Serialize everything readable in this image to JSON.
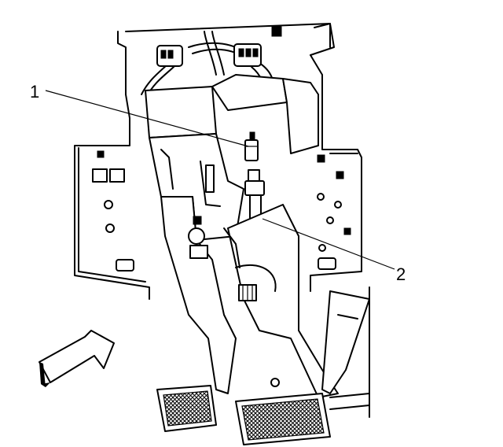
{
  "callouts": [
    {
      "id": "1",
      "label": "1"
    },
    {
      "id": "2",
      "label": "2"
    }
  ],
  "icons": {
    "view_arrow": "view-direction-arrow-icon"
  },
  "colors": {
    "line": "#000000",
    "background": "#ffffff"
  }
}
